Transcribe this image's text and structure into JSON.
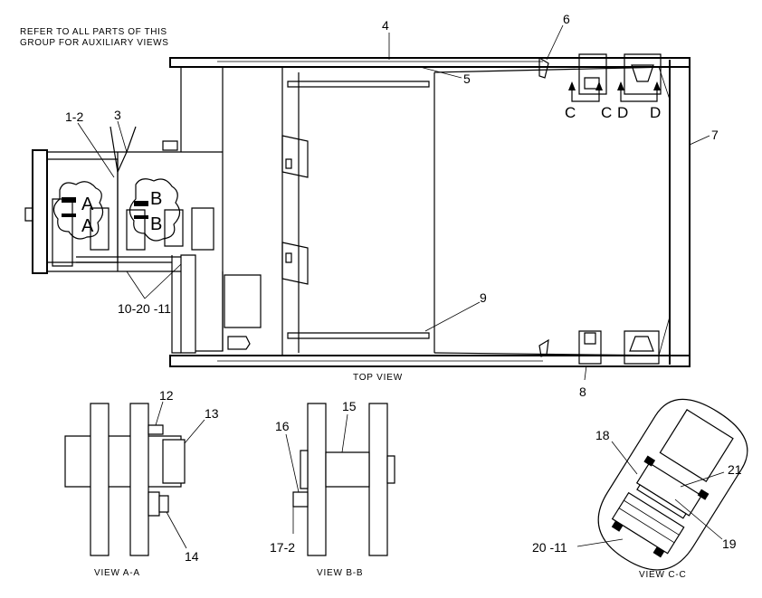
{
  "note": {
    "line1": "REFER TO ALL PARTS OF THIS",
    "line2": "GROUP FOR AUXILIARY VIEWS"
  },
  "callouts": {
    "c1_2": "1-2",
    "c3": "3",
    "c4": "4",
    "c5": "5",
    "c6": "6",
    "c7": "7",
    "c8": "8",
    "c9": "9",
    "c10_20_11": "10-20 -11",
    "c12": "12",
    "c13": "13",
    "c14": "14",
    "c15": "15",
    "c16": "16",
    "c17_2": "17-2",
    "c18": "18",
    "c19": "19",
    "c20_11": "20 -11",
    "c21": "21"
  },
  "section_markers": {
    "a1": "A",
    "a2": "A",
    "b1": "B",
    "b2": "B",
    "c1": "C",
    "c2": "C",
    "d1": "D",
    "d2": "D"
  },
  "view_labels": {
    "top": "TOP VIEW",
    "aa": "VIEW A-A",
    "bb": "VIEW B-B",
    "cc": "VIEW C-C"
  }
}
